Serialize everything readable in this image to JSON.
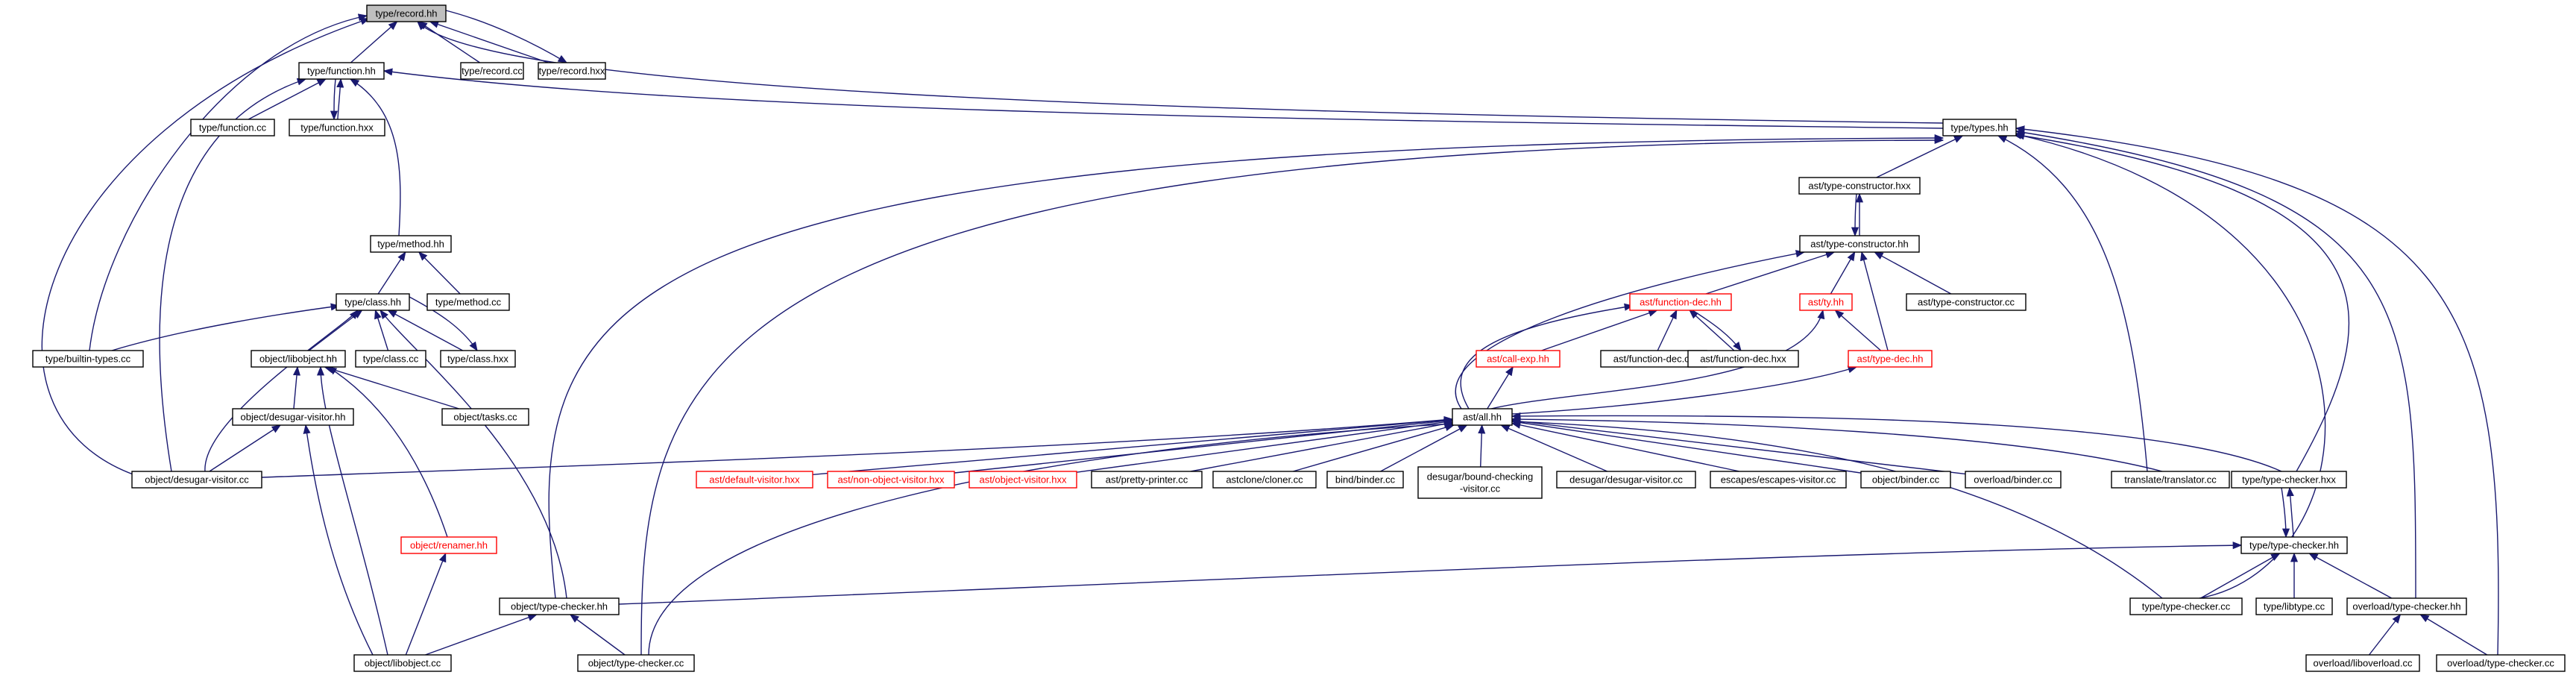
{
  "colors": {
    "edge": "#191970",
    "node_border": "#000000",
    "incomplete_border": "#ff0000",
    "root_fill": "#bfbfbf",
    "background": "#ffffff"
  },
  "nodes": [
    {
      "id": "record_hh",
      "lines": [
        "type/record.hh"
      ],
      "root": true
    },
    {
      "id": "function_hh",
      "lines": [
        "type/function.hh"
      ]
    },
    {
      "id": "record_cc",
      "lines": [
        "type/record.cc"
      ]
    },
    {
      "id": "record_hxx",
      "lines": [
        "type/record.hxx"
      ]
    },
    {
      "id": "function_cc",
      "lines": [
        "type/function.cc"
      ]
    },
    {
      "id": "function_hxx",
      "lines": [
        "type/function.hxx"
      ]
    },
    {
      "id": "types_hh",
      "lines": [
        "type/types.hh"
      ]
    },
    {
      "id": "method_hh",
      "lines": [
        "type/method.hh"
      ]
    },
    {
      "id": "class_hh",
      "lines": [
        "type/class.hh"
      ]
    },
    {
      "id": "method_cc",
      "lines": [
        "type/method.cc"
      ]
    },
    {
      "id": "builtin_types_cc",
      "lines": [
        "type/builtin-types.cc"
      ]
    },
    {
      "id": "libobject_hh",
      "lines": [
        "object/libobject.hh"
      ]
    },
    {
      "id": "class_cc",
      "lines": [
        "type/class.cc"
      ]
    },
    {
      "id": "class_hxx",
      "lines": [
        "type/class.hxx"
      ]
    },
    {
      "id": "desugar_visitor_hh",
      "lines": [
        "object/desugar-visitor.hh"
      ]
    },
    {
      "id": "tasks_cc",
      "lines": [
        "object/tasks.cc"
      ]
    },
    {
      "id": "desugar_visitor_cc",
      "lines": [
        "object/desugar-visitor.cc"
      ]
    },
    {
      "id": "renamer_hh",
      "lines": [
        "object/renamer.hh"
      ],
      "red": true
    },
    {
      "id": "obj_type_checker_hh",
      "lines": [
        "object/type-checker.hh"
      ]
    },
    {
      "id": "libobject_cc",
      "lines": [
        "object/libobject.cc"
      ]
    },
    {
      "id": "obj_type_checker_cc",
      "lines": [
        "object/type-checker.cc"
      ]
    },
    {
      "id": "type_constructor_hxx",
      "lines": [
        "ast/type-constructor.hxx"
      ]
    },
    {
      "id": "type_constructor_hh",
      "lines": [
        "ast/type-constructor.hh"
      ]
    },
    {
      "id": "function_dec_hh",
      "lines": [
        "ast/function-dec.hh"
      ],
      "red": true
    },
    {
      "id": "ty_hh",
      "lines": [
        "ast/ty.hh"
      ],
      "red": true
    },
    {
      "id": "type_constructor_cc",
      "lines": [
        "ast/type-constructor.cc"
      ]
    },
    {
      "id": "call_exp_hh",
      "lines": [
        "ast/call-exp.hh"
      ],
      "red": true
    },
    {
      "id": "function_dec_cc",
      "lines": [
        "ast/function-dec.cc"
      ]
    },
    {
      "id": "function_dec_hxx",
      "lines": [
        "ast/function-dec.hxx"
      ]
    },
    {
      "id": "type_dec_hh",
      "lines": [
        "ast/type-dec.hh"
      ],
      "red": true
    },
    {
      "id": "all_hh",
      "lines": [
        "ast/all.hh"
      ]
    },
    {
      "id": "default_visitor_hxx",
      "lines": [
        "ast/default-visitor.hxx"
      ],
      "red": true
    },
    {
      "id": "non_object_visitor_hxx",
      "lines": [
        "ast/non-object-visitor.hxx"
      ],
      "red": true
    },
    {
      "id": "object_visitor_hxx",
      "lines": [
        "ast/object-visitor.hxx"
      ],
      "red": true
    },
    {
      "id": "pretty_printer_cc",
      "lines": [
        "ast/pretty-printer.cc"
      ]
    },
    {
      "id": "cloner_cc",
      "lines": [
        "astclone/cloner.cc"
      ]
    },
    {
      "id": "bind_binder_cc",
      "lines": [
        "bind/binder.cc"
      ]
    },
    {
      "id": "bound_checking_cc",
      "lines": [
        "desugar/bound-checking",
        "-visitor.cc"
      ]
    },
    {
      "id": "desugar_desugar_visitor_cc",
      "lines": [
        "desugar/desugar-visitor.cc"
      ]
    },
    {
      "id": "escapes_cc",
      "lines": [
        "escapes/escapes-visitor.cc"
      ]
    },
    {
      "id": "object_binder_cc",
      "lines": [
        "object/binder.cc"
      ]
    },
    {
      "id": "overload_binder_cc",
      "lines": [
        "overload/binder.cc"
      ]
    },
    {
      "id": "translator_cc",
      "lines": [
        "translate/translator.cc"
      ]
    },
    {
      "id": "type_type_checker_hxx",
      "lines": [
        "type/type-checker.hxx"
      ]
    },
    {
      "id": "type_type_checker_hh",
      "lines": [
        "type/type-checker.hh"
      ]
    },
    {
      "id": "type_type_checker_cc",
      "lines": [
        "type/type-checker.cc"
      ]
    },
    {
      "id": "libtype_cc",
      "lines": [
        "type/libtype.cc"
      ]
    },
    {
      "id": "overload_type_checker_hh",
      "lines": [
        "overload/type-checker.hh"
      ]
    },
    {
      "id": "liboverload_cc",
      "lines": [
        "overload/liboverload.cc"
      ]
    },
    {
      "id": "overload_type_checker_cc",
      "lines": [
        "overload/type-checker.cc"
      ]
    }
  ],
  "edges": [
    [
      "function_hh",
      "record_hh"
    ],
    [
      "record_cc",
      "record_hh"
    ],
    [
      "record_hxx",
      "record_hh"
    ],
    [
      "record_hh",
      "record_hxx"
    ],
    [
      "types_hh",
      "record_hh"
    ],
    [
      "builtin_types_cc",
      "record_hh"
    ],
    [
      "desugar_visitor_cc",
      "record_hh"
    ],
    [
      "function_cc",
      "function_hh"
    ],
    [
      "function_hxx",
      "function_hh"
    ],
    [
      "function_hh",
      "function_hxx"
    ],
    [
      "types_hh",
      "function_hh"
    ],
    [
      "method_hh",
      "function_hh"
    ],
    [
      "desugar_visitor_cc",
      "function_hh"
    ],
    [
      "class_hh",
      "method_hh"
    ],
    [
      "method_cc",
      "method_hh"
    ],
    [
      "builtin_types_cc",
      "class_hh"
    ],
    [
      "libobject_hh",
      "class_hh"
    ],
    [
      "class_cc",
      "class_hh"
    ],
    [
      "class_hxx",
      "class_hh"
    ],
    [
      "class_hh",
      "class_hxx"
    ],
    [
      "desugar_visitor_cc",
      "class_hh"
    ],
    [
      "obj_type_checker_hh",
      "class_hh"
    ],
    [
      "desugar_visitor_hh",
      "libobject_hh"
    ],
    [
      "tasks_cc",
      "libobject_hh"
    ],
    [
      "renamer_hh",
      "libobject_hh"
    ],
    [
      "libobject_cc",
      "libobject_hh"
    ],
    [
      "desugar_visitor_cc",
      "desugar_visitor_hh"
    ],
    [
      "libobject_cc",
      "desugar_visitor_hh"
    ],
    [
      "libobject_cc",
      "renamer_hh"
    ],
    [
      "libobject_cc",
      "obj_type_checker_hh"
    ],
    [
      "obj_type_checker_cc",
      "obj_type_checker_hh"
    ],
    [
      "type_constructor_hxx",
      "types_hh"
    ],
    [
      "translator_cc",
      "types_hh"
    ],
    [
      "type_type_checker_hxx",
      "types_hh"
    ],
    [
      "type_type_checker_cc",
      "types_hh"
    ],
    [
      "overload_type_checker_hh",
      "types_hh"
    ],
    [
      "overload_type_checker_cc",
      "types_hh"
    ],
    [
      "obj_type_checker_hh",
      "types_hh"
    ],
    [
      "obj_type_checker_cc",
      "types_hh"
    ],
    [
      "type_constructor_hh",
      "type_constructor_hxx"
    ],
    [
      "type_constructor_hxx",
      "type_constructor_hh"
    ],
    [
      "function_dec_hh",
      "type_constructor_hh"
    ],
    [
      "ty_hh",
      "type_constructor_hh"
    ],
    [
      "type_constructor_cc",
      "type_constructor_hh"
    ],
    [
      "type_dec_hh",
      "type_constructor_hh"
    ],
    [
      "all_hh",
      "type_constructor_hh"
    ],
    [
      "call_exp_hh",
      "function_dec_hh"
    ],
    [
      "function_dec_cc",
      "function_dec_hh"
    ],
    [
      "function_dec_hxx",
      "function_dec_hh"
    ],
    [
      "function_dec_hh",
      "function_dec_hxx"
    ],
    [
      "all_hh",
      "function_dec_hh"
    ],
    [
      "type_dec_hh",
      "ty_hh"
    ],
    [
      "all_hh",
      "ty_hh"
    ],
    [
      "all_hh",
      "call_exp_hh"
    ],
    [
      "all_hh",
      "type_dec_hh"
    ],
    [
      "desugar_visitor_cc",
      "all_hh"
    ],
    [
      "default_visitor_hxx",
      "all_hh"
    ],
    [
      "non_object_visitor_hxx",
      "all_hh"
    ],
    [
      "object_visitor_hxx",
      "all_hh"
    ],
    [
      "pretty_printer_cc",
      "all_hh"
    ],
    [
      "cloner_cc",
      "all_hh"
    ],
    [
      "bind_binder_cc",
      "all_hh"
    ],
    [
      "bound_checking_cc",
      "all_hh"
    ],
    [
      "desugar_desugar_visitor_cc",
      "all_hh"
    ],
    [
      "escapes_cc",
      "all_hh"
    ],
    [
      "object_binder_cc",
      "all_hh"
    ],
    [
      "overload_binder_cc",
      "all_hh"
    ],
    [
      "translator_cc",
      "all_hh"
    ],
    [
      "type_type_checker_hxx",
      "all_hh"
    ],
    [
      "type_type_checker_cc",
      "all_hh"
    ],
    [
      "obj_type_checker_cc",
      "all_hh"
    ],
    [
      "type_type_checker_hh",
      "type_type_checker_hxx"
    ],
    [
      "type_type_checker_hxx",
      "type_type_checker_hh"
    ],
    [
      "type_type_checker_cc",
      "type_type_checker_hh"
    ],
    [
      "libtype_cc",
      "type_type_checker_hh"
    ],
    [
      "overload_type_checker_hh",
      "type_type_checker_hh"
    ],
    [
      "obj_type_checker_hh",
      "type_type_checker_hh"
    ],
    [
      "liboverload_cc",
      "overload_type_checker_hh"
    ],
    [
      "overload_type_checker_cc",
      "overload_type_checker_hh"
    ]
  ]
}
